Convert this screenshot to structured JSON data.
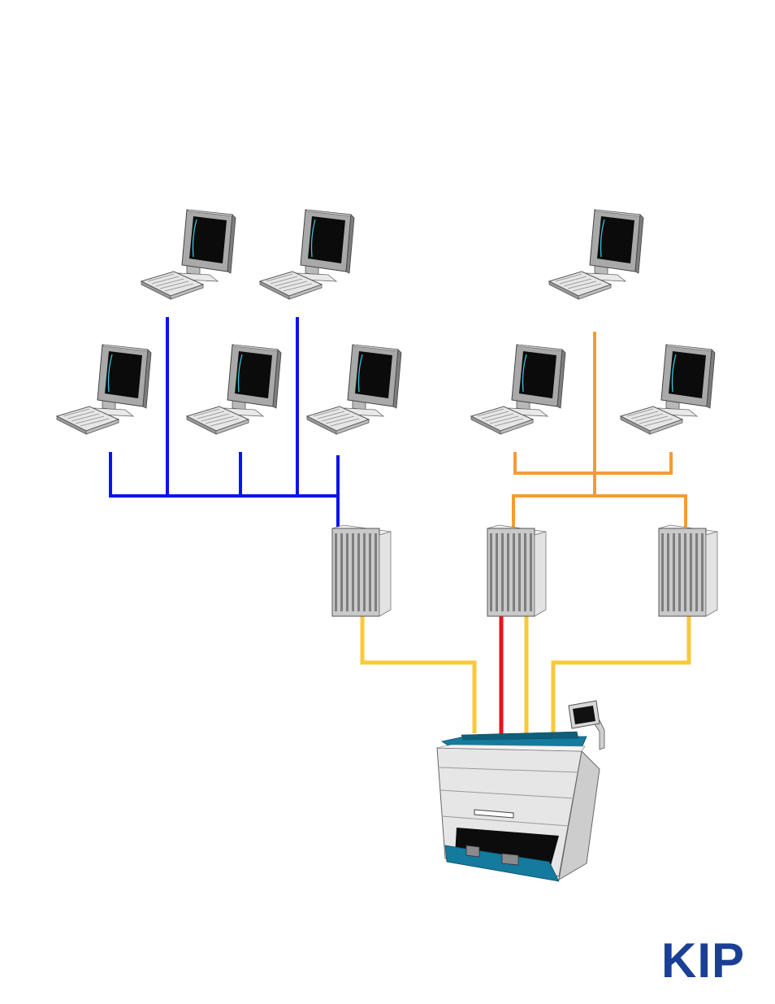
{
  "brand": {
    "logo_text": "KIP",
    "logo_color": "#1b3f94"
  },
  "colors": {
    "network_a": "#0a14ef",
    "network_b": "#f59b35",
    "printer_link": "#f9c93a",
    "scanner_link": "#e8121b",
    "printer_accent": "#147a9e"
  },
  "network_a": {
    "workstations": [
      "workstation-1",
      "workstation-2",
      "workstation-3",
      "workstation-4",
      "workstation-5"
    ],
    "server": "server-1"
  },
  "network_b": {
    "workstations": [
      "workstation-6",
      "workstation-7",
      "workstation-8"
    ],
    "servers": [
      "server-2",
      "server-3"
    ]
  },
  "device": {
    "icon": "wide-format-printer-icon"
  }
}
